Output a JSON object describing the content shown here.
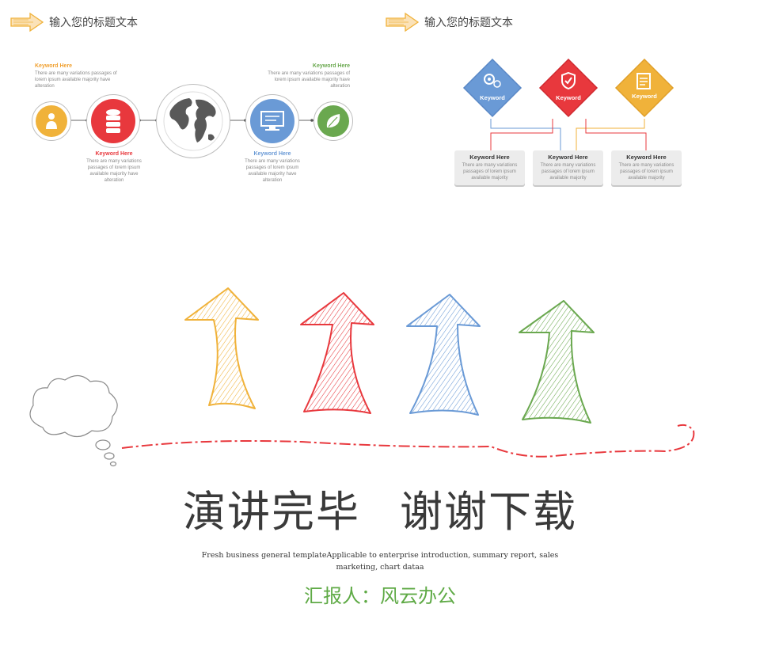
{
  "colors": {
    "yellow": "#f0b23a",
    "red": "#e8383d",
    "blue": "#6a9ad6",
    "green": "#6aa84f",
    "orange_text": "#f0a030",
    "accent_green": "#5faa46"
  },
  "left_slide": {
    "header": "输入您的标题文本",
    "keyword_top_left": {
      "title": "Keyword Here",
      "desc": [
        "There are many variations passages of",
        "lorem ipsum available  majority have",
        "alteration"
      ]
    },
    "keyword_top_right": {
      "title": "Keyword Here",
      "desc": [
        "There are many variations passages of",
        "lorem ipsum available  majority have",
        "alteration"
      ]
    },
    "keyword_bottom_red": {
      "title": "Keyword Here",
      "desc": [
        "There are many variations",
        "passages of lorem ipsum",
        "available  majority have",
        "alteration"
      ]
    },
    "keyword_bottom_blue": {
      "title": "Keyword Here",
      "desc": [
        "There are many variations",
        "passages of lorem ipsum",
        "available  majority have",
        "alteration"
      ]
    }
  },
  "right_slide": {
    "header": "输入您的标题文本",
    "diamonds": [
      {
        "label": "Keyword",
        "icon": "gear-icon"
      },
      {
        "label": "Keyword",
        "icon": "shield-icon"
      },
      {
        "label": "Keyword",
        "icon": "document-icon"
      }
    ],
    "cards": [
      {
        "title": "Keyword Here",
        "desc": [
          "There are many variations",
          "passages of lorem ipsum",
          "available  majority"
        ]
      },
      {
        "title": "Keyword Here",
        "desc": [
          "There are many variations",
          "passages of lorem ipsum",
          "available  majority"
        ]
      },
      {
        "title": "Keyword Here",
        "desc": [
          "There are many variations",
          "passages of lorem ipsum",
          "available  majority"
        ]
      }
    ]
  },
  "main": {
    "title_part1": "演讲完毕",
    "title_part2": "谢谢下载",
    "subtitle_line1": "Fresh business general templateApplicable to enterprise introduction, summary report, sales",
    "subtitle_line2": "marketing, chart dataa",
    "reporter": "汇报人：风云办公"
  }
}
